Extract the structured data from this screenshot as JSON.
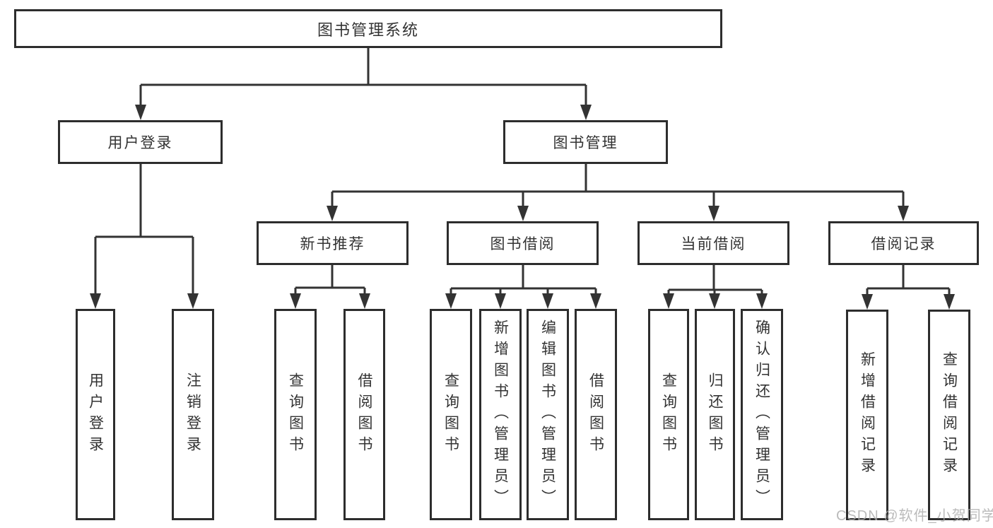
{
  "colors": {
    "line": "#333333",
    "border": "#2d2d2d",
    "text": "#333333",
    "watermark": "#ababab",
    "background": "#ffffff"
  },
  "tree": {
    "root": {
      "label": "图书管理系统"
    },
    "branches": [
      {
        "label": "用户登录",
        "children": [
          {
            "label": "用户登录"
          },
          {
            "label": "注销登录"
          }
        ]
      },
      {
        "label": "图书管理",
        "children": [
          {
            "label": "新书推荐",
            "children": [
              {
                "label": "查询图书"
              },
              {
                "label": "借阅图书"
              }
            ]
          },
          {
            "label": "图书借阅",
            "children": [
              {
                "label": "查询图书"
              },
              {
                "label": "新增图书（管理员）"
              },
              {
                "label": "编辑图书（管理员）"
              },
              {
                "label": "借阅图书"
              }
            ]
          },
          {
            "label": "当前借阅",
            "children": [
              {
                "label": "查询图书"
              },
              {
                "label": "归还图书"
              },
              {
                "label": "确认归还（管理员）"
              }
            ]
          },
          {
            "label": "借阅记录",
            "children": [
              {
                "label": "新增借阅记录"
              },
              {
                "label": "查询借阅记录"
              }
            ]
          }
        ]
      }
    ]
  },
  "watermark": {
    "text": "CSDN @软件_小贺同学"
  }
}
